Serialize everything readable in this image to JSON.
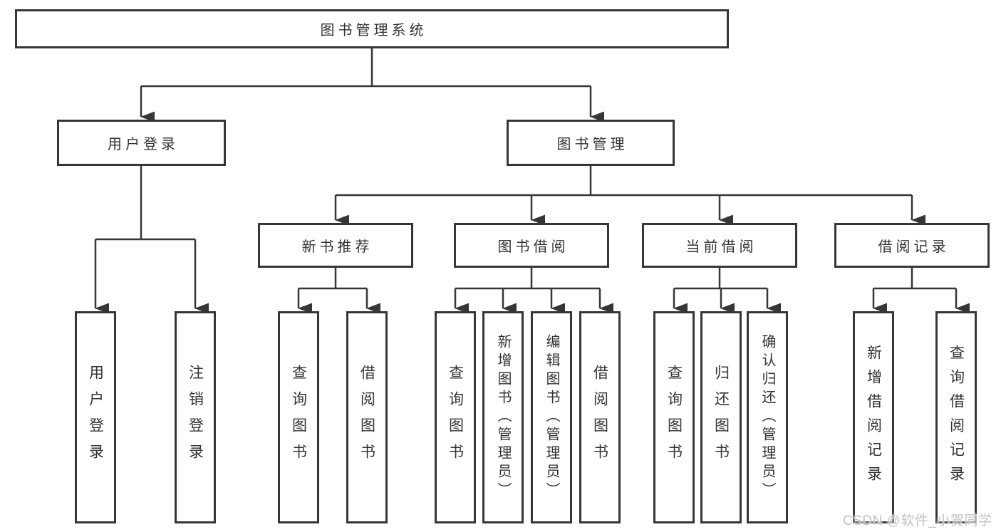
{
  "diagram": {
    "tree": {
      "root": {
        "label": "图书管理系统"
      },
      "level2": [
        {
          "label": "用户登录",
          "children": [
            "用户登录",
            "注销登录"
          ]
        },
        {
          "label": "图书管理"
        }
      ],
      "level3": [
        {
          "label": "新书推荐",
          "children": [
            "查询图书",
            "借阅图书"
          ]
        },
        {
          "label": "图书借阅",
          "children": [
            "查询图书",
            "新增图书（管理员）",
            "编辑图书（管理员）",
            "借阅图书"
          ]
        },
        {
          "label": "当前借阅",
          "children": [
            "查询图书",
            "归还图书",
            "确认归还（管理员）"
          ]
        },
        {
          "label": "借阅记录",
          "children": [
            "新增借阅记录",
            "查询借阅记录"
          ]
        }
      ]
    },
    "colors": {
      "line": "#363636",
      "text": "#333333",
      "box_background": "#ffffff",
      "watermark": "#c2c2c7"
    }
  },
  "watermark": {
    "text": "CSDN @软件_小贺同学"
  }
}
